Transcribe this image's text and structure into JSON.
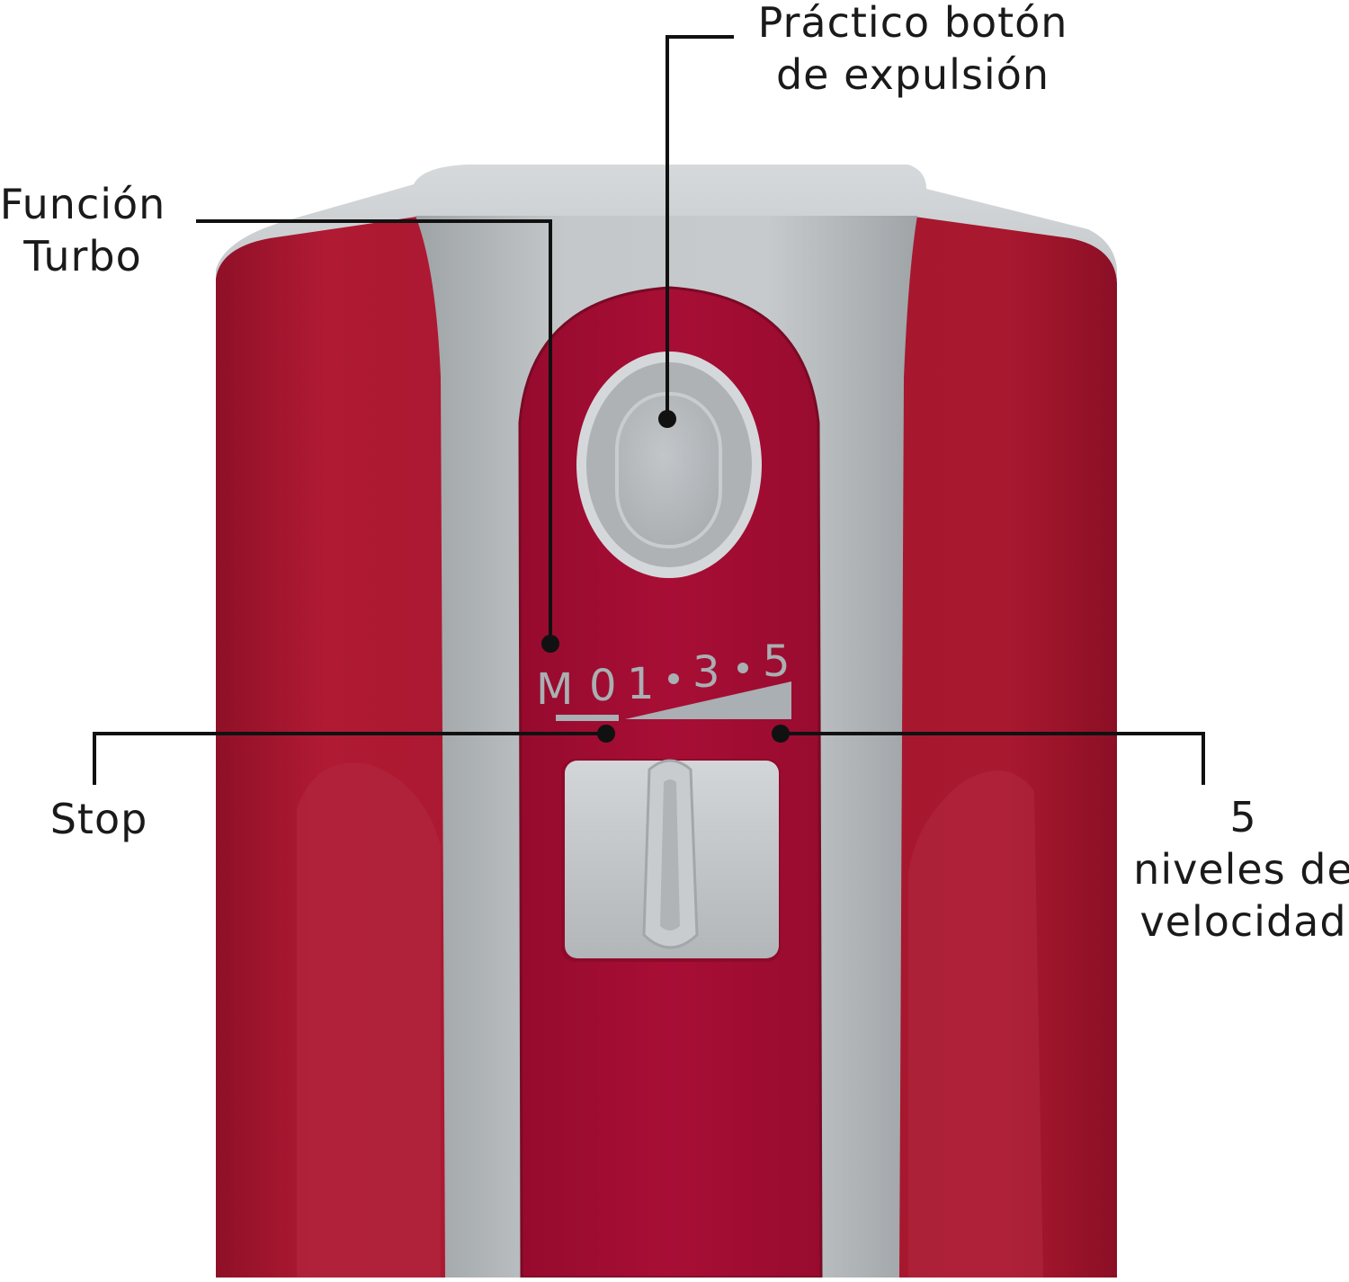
{
  "callouts": {
    "expulsion": {
      "line1": "Práctico botón",
      "line2": "de expulsión"
    },
    "turbo": {
      "line1": "Función",
      "line2": "Turbo"
    },
    "stop": {
      "line1": "Stop"
    },
    "velocidad": {
      "line1": "5",
      "line2": "niveles de",
      "line3": "velocidad"
    }
  },
  "speed_scale": {
    "turbo_mark": "M",
    "stop_mark": "0",
    "level_1": "1",
    "level_3": "3",
    "level_5": "5"
  },
  "colors": {
    "body_red": "#a5162f",
    "panel_red": "#a40d33",
    "trim_gray": "#b3b8bb",
    "scale_gray": "#a9afb3",
    "leader_line": "#111111"
  }
}
